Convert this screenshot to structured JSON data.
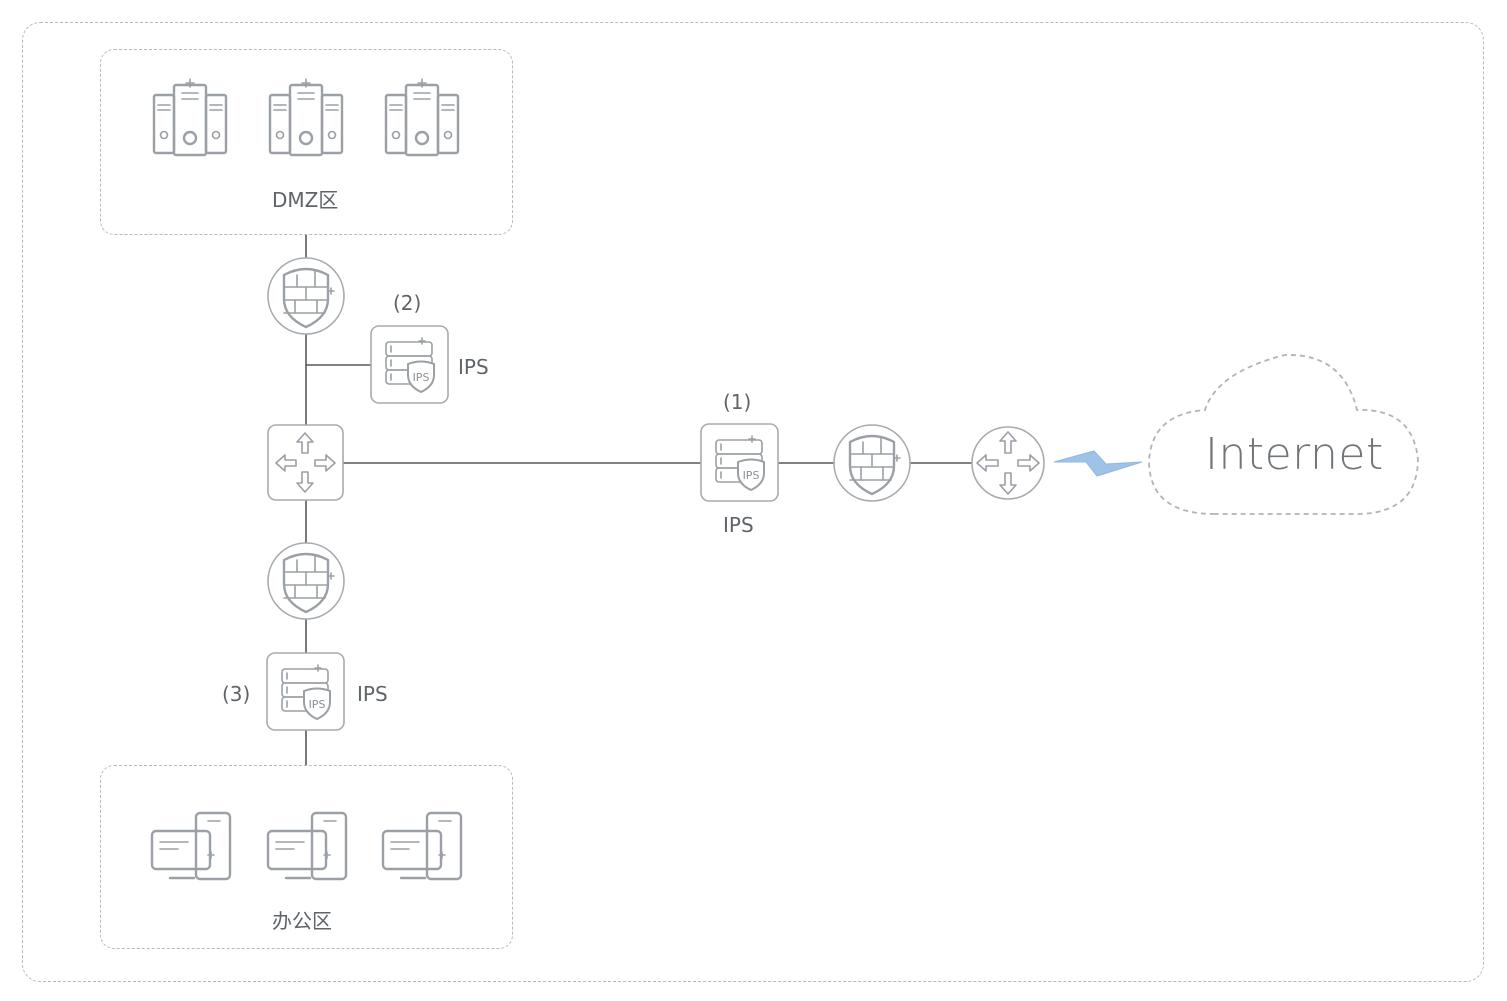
{
  "diagram": {
    "zones": {
      "dmz": {
        "label": "DMZ区",
        "servers": 3
      },
      "office": {
        "label": "办公区",
        "desktops": 3
      }
    },
    "devices": {
      "ips_main": {
        "label": "IPS",
        "marker": "(1)",
        "badge": "IPS"
      },
      "ips_dmz": {
        "label": "IPS",
        "marker": "(2)",
        "badge": "IPS"
      },
      "ips_office": {
        "label": "IPS",
        "marker": "(3)",
        "badge": "IPS"
      },
      "firewall_dmz": {
        "icon": "firewall-shield-icon"
      },
      "firewall_office": {
        "icon": "firewall-shield-icon"
      },
      "firewall_edge": {
        "icon": "firewall-shield-icon"
      },
      "core_switch": {
        "icon": "switch-arrows-icon"
      },
      "edge_router": {
        "icon": "router-arrows-icon"
      }
    },
    "internet": {
      "label": "Internet"
    },
    "colors": {
      "icon_stroke": "#9aa0a6",
      "line": "#55595d",
      "lightning": "#9fc3e6",
      "dashed_border": "#b5b8bc"
    }
  }
}
